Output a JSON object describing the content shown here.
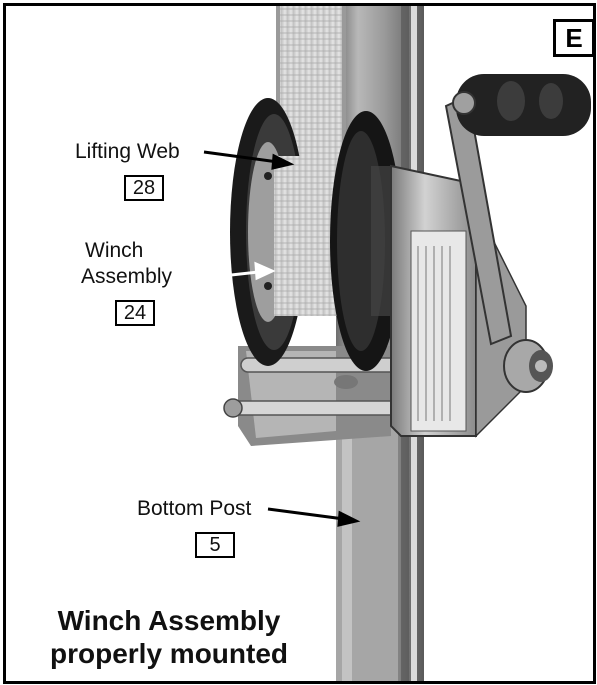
{
  "panel": {
    "letter": "E"
  },
  "callouts": {
    "lifting_web": {
      "label": "Lifting Web",
      "part": "28"
    },
    "winch_assembly": {
      "label_line1": "Winch",
      "label_line2": "Assembly",
      "part": "24"
    },
    "bottom_post": {
      "label": "Bottom Post",
      "part": "5"
    }
  },
  "caption": {
    "line1": "Winch Assembly",
    "line2": "properly mounted"
  }
}
